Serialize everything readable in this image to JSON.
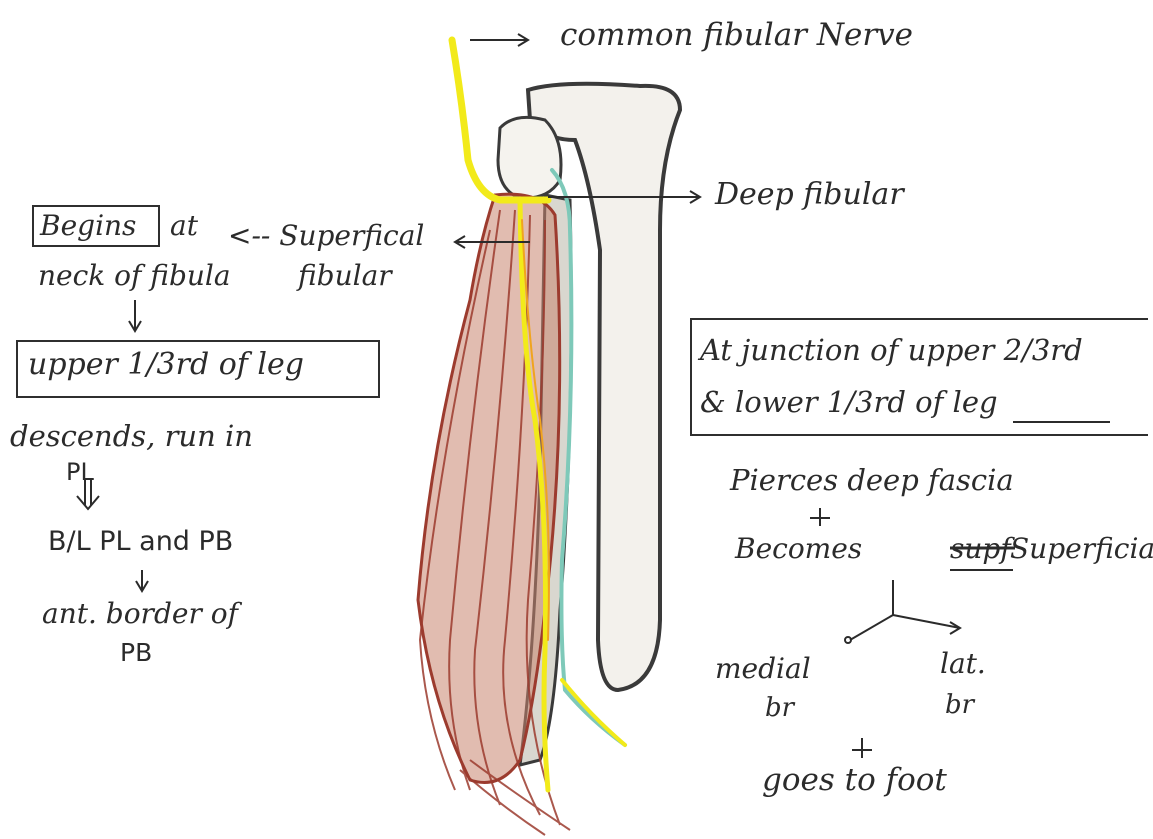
{
  "labels": {
    "common_fibular_nerve": "common fibular Nerve",
    "deep_fibular": "Deep fibular",
    "begins": "Begins",
    "at": "at",
    "superficial_arrow": "<-- Superfical",
    "fibular": "fibular",
    "neck_of_fibula": "neck of fibula",
    "upper_third": "upper 1/3rd of leg",
    "descends": "descends, run in",
    "pl": "PL",
    "bl_pl_pb": "B/L PL and PB",
    "ant_border_of": "ant. border of",
    "pb": "PB",
    "junction_line1": "At junction of upper 2/3rd",
    "junction_line2": "& lower 1/3rd of leg",
    "pierces": "Pierces deep fascia",
    "becomes_prefix": "Becomes",
    "becomes_struck": "supf",
    "becomes_suffix": "Superficial",
    "medial": "medial",
    "br_medial": "br",
    "lat": "lat.",
    "br_lat": "br",
    "goes_to_foot": "goes to foot"
  },
  "colors": {
    "ink": "#2b2b2b",
    "bone_outline": "#3a3a3a",
    "bone_fill": "#f3f1ec",
    "muscle": "#9c3b2e",
    "muscle_light": "#c98570",
    "nerve_yellow": "#f2ea1a",
    "nerve_orange": "#f0a41e",
    "nerve_teal": "#7ec9b9"
  },
  "icons": {
    "arrow_right": "→",
    "arrow_down": "↓",
    "double_arrow_down": "⇓"
  }
}
